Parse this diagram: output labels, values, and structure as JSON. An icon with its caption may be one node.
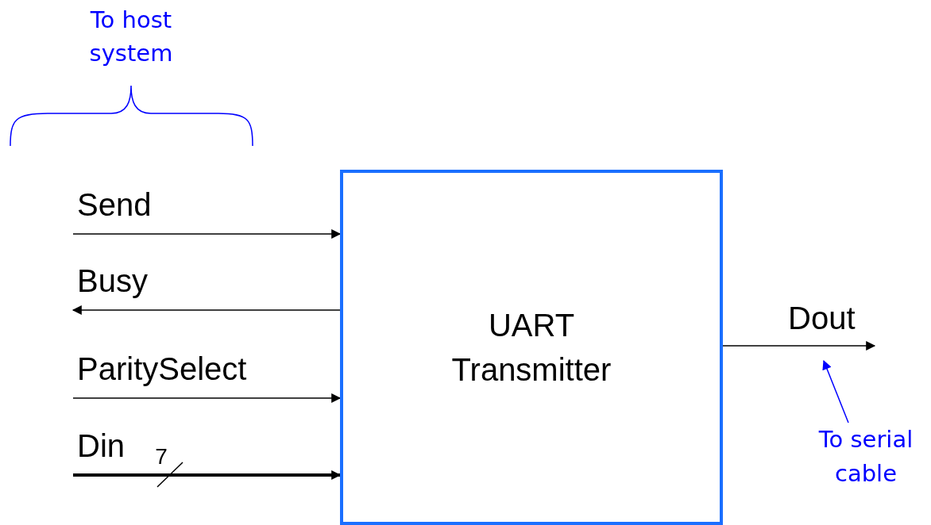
{
  "diagram": {
    "nodes": [
      {
        "text": [
          "UART Transmitter"
        ]
      },
      {
        "text": [
          "To serial cable"
        ]
      }
    ],
    "edges": [
      {
        "from": null,
        "to": 0,
        "arrow": "to",
        "label": "Send"
      },
      {
        "from": 0,
        "to": null,
        "arrow": "to",
        "label": "Busy"
      },
      {
        "from": null,
        "to": 0,
        "arrow": "to",
        "label": "ParitySelect"
      },
      {
        "from": null,
        "to": 0,
        "arrow": "to",
        "label": "Din",
        "style": "thick"
      },
      {
        "from": 0,
        "to": null,
        "arrow": "to",
        "label": "Dout"
      },
      {
        "from": 1,
        "to": null,
        "arrow": "to",
        "color": "#0000ff"
      }
    ],
    "labels": [
      "To host system",
      "7"
    ]
  }
}
